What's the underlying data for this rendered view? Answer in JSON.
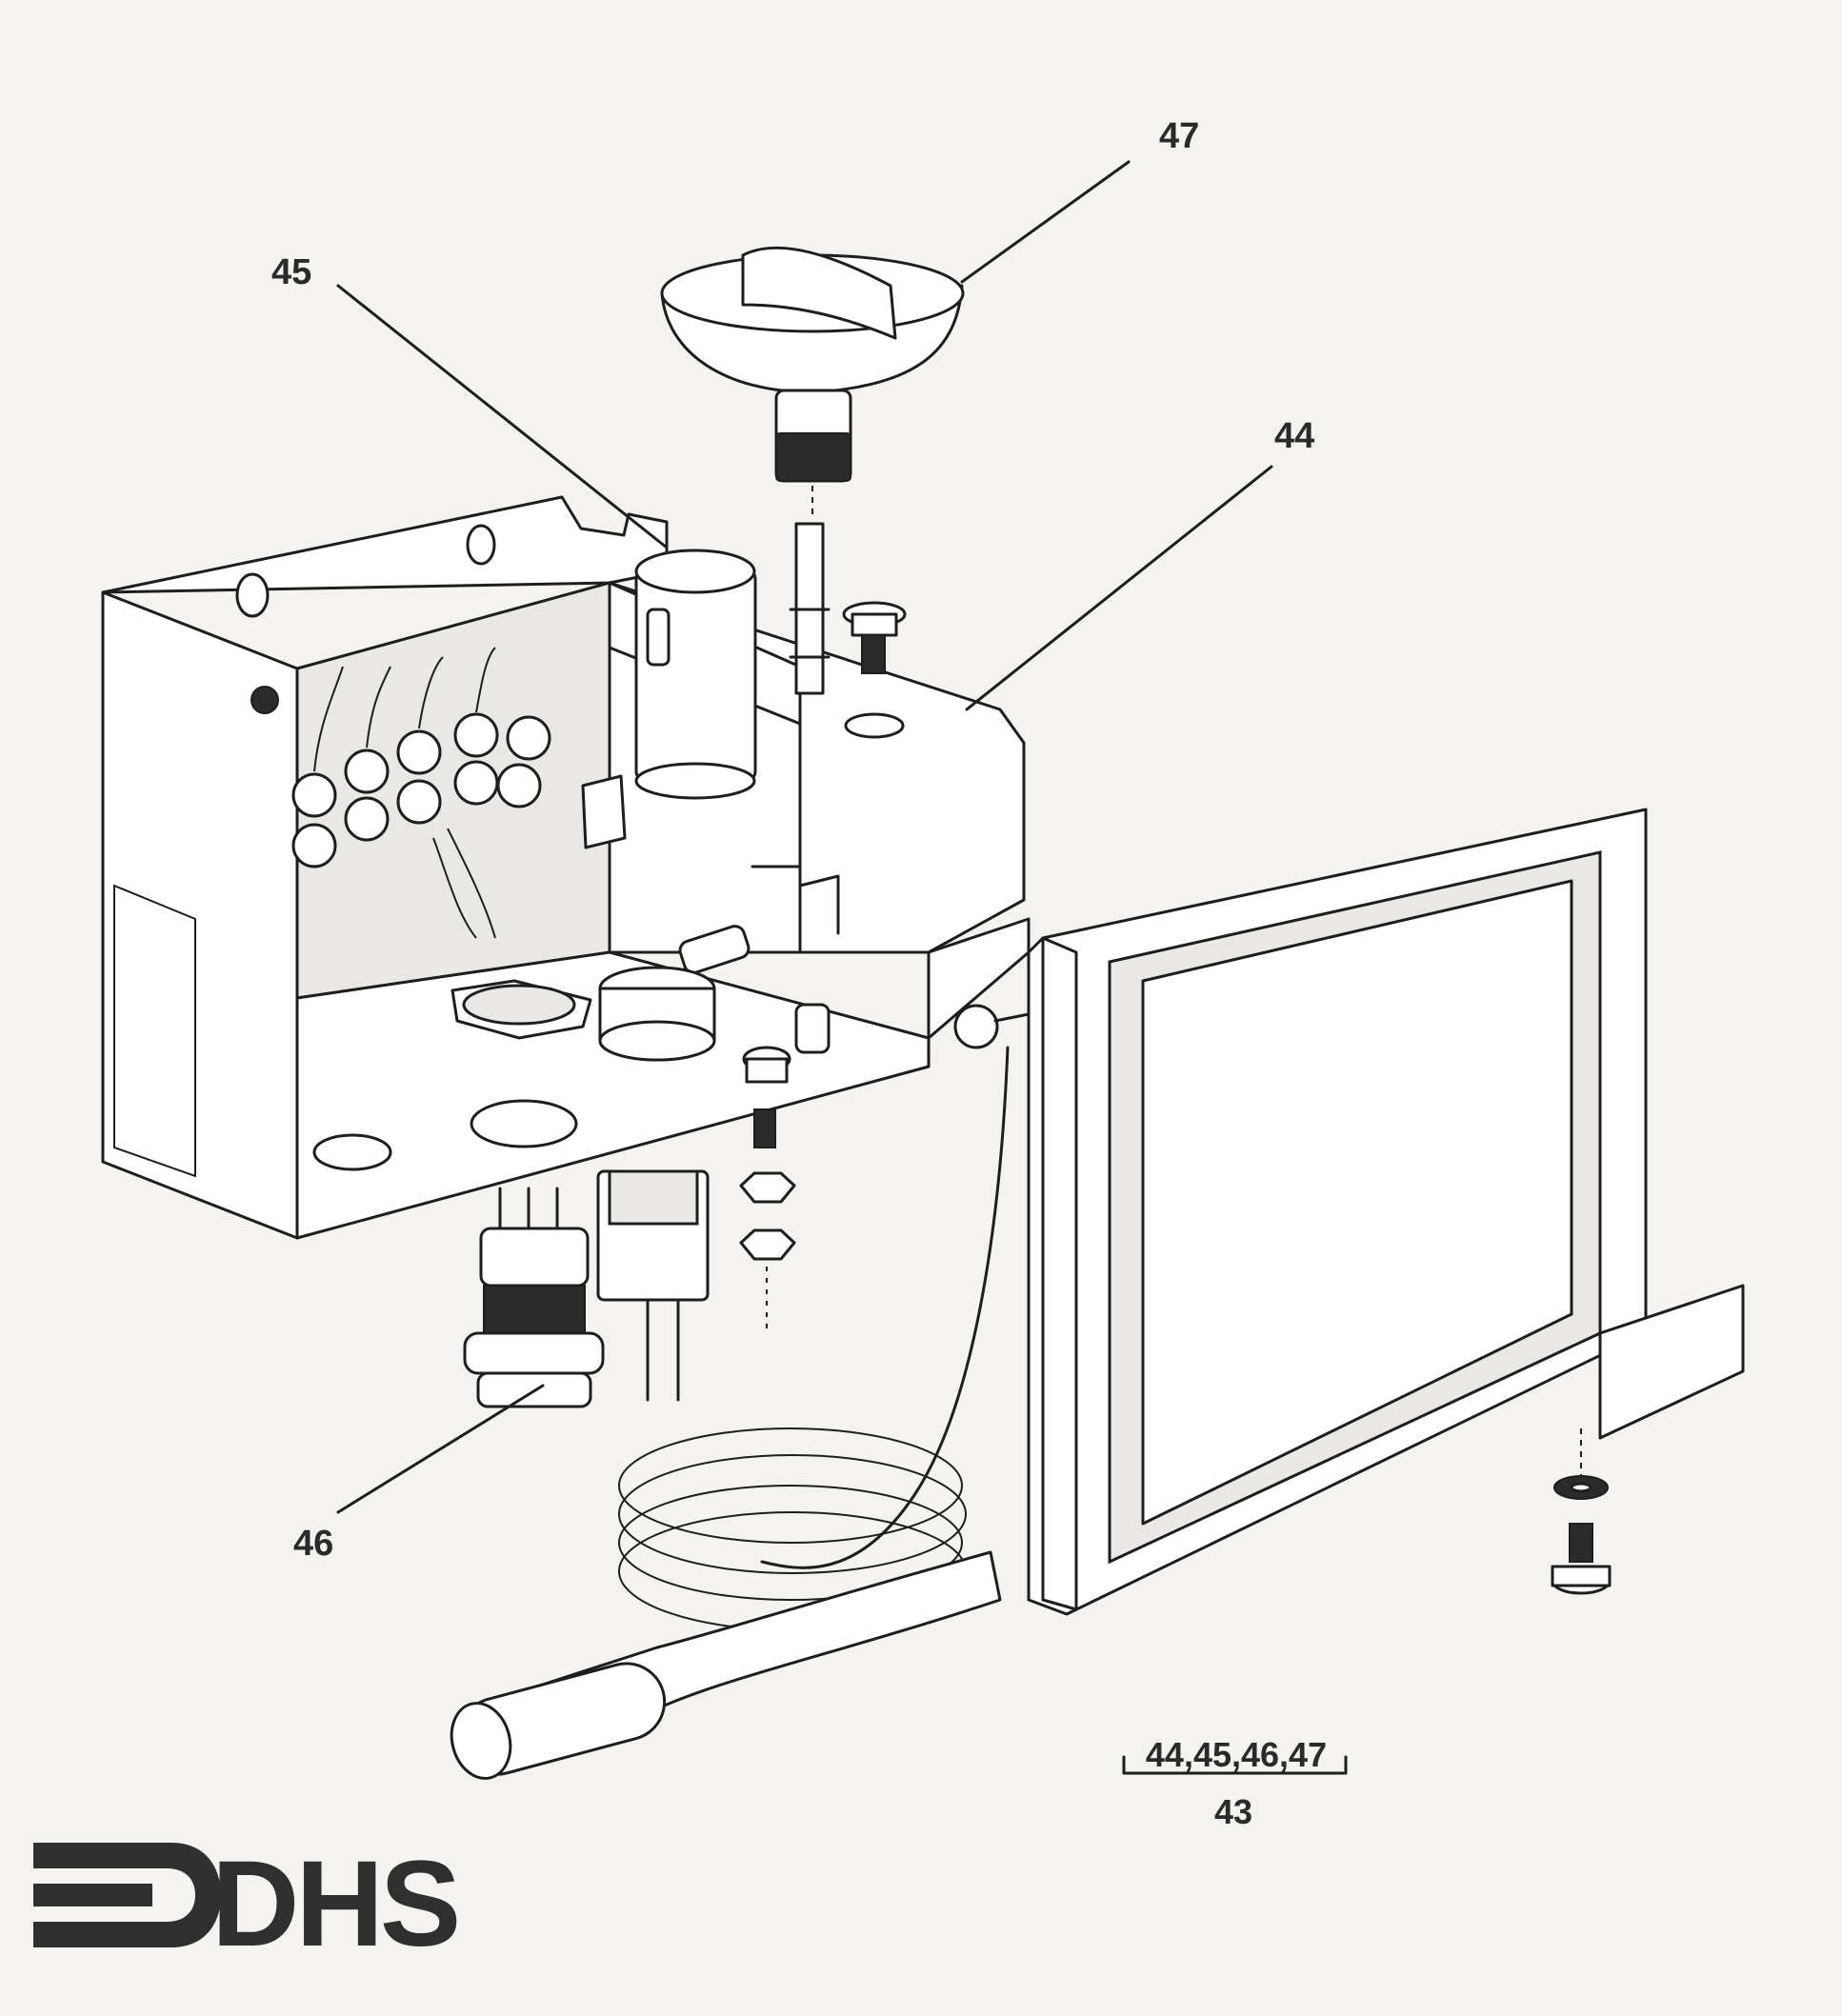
{
  "callouts": {
    "c44": "44",
    "c45": "45",
    "c46": "46",
    "c47": "47"
  },
  "assembly_ref": {
    "items": "44,45,46,47",
    "parent": "43"
  },
  "logo": {
    "text": "DHS"
  }
}
